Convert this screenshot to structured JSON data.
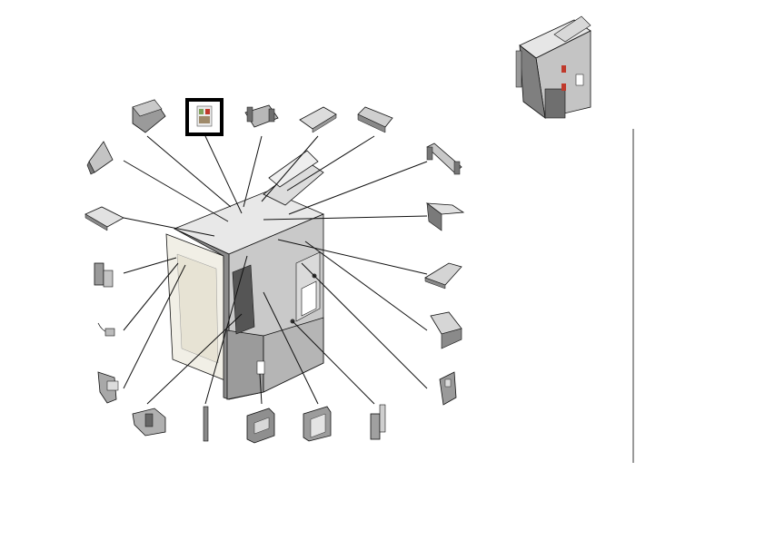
{
  "diagram": {
    "title": "",
    "selected_part": "label-sticker",
    "colors": {
      "line": "#111111",
      "part_light": "#e6e6e6",
      "part_mid": "#c4c4c4",
      "part_dark": "#7f7f7f",
      "panel_light": "#f1efe6",
      "highlight_frame": "#000000",
      "accent_red": "#c0392b",
      "divider": "#333333"
    },
    "parts": [
      {
        "name": "left-cover-wedge",
        "shape": "wedge"
      },
      {
        "name": "top-cover-block",
        "shape": "block"
      },
      {
        "name": "label-sticker",
        "shape": "sticker",
        "highlighted": true
      },
      {
        "name": "top-bracket",
        "shape": "bracket"
      },
      {
        "name": "exit-tray-plate",
        "shape": "plate"
      },
      {
        "name": "guide-rail",
        "shape": "rail"
      },
      {
        "name": "paper-guide-right",
        "shape": "rail-long"
      },
      {
        "name": "flat-tray",
        "shape": "plate"
      },
      {
        "name": "side-cover-right",
        "shape": "cover"
      },
      {
        "name": "small-hinge-bracket",
        "shape": "bracket"
      },
      {
        "name": "wedge-handle",
        "shape": "wedge-flat"
      },
      {
        "name": "sensor-cable",
        "shape": "cable"
      },
      {
        "name": "corner-cover",
        "shape": "cover"
      },
      {
        "name": "mount-bracket-left",
        "shape": "bracket"
      },
      {
        "name": "rear-panel-small",
        "shape": "panel"
      },
      {
        "name": "lower-bracket-assembly",
        "shape": "bracket"
      },
      {
        "name": "vertical-shaft",
        "shape": "shaft"
      },
      {
        "name": "lower-front-cover",
        "shape": "panel"
      },
      {
        "name": "lower-side-cover",
        "shape": "panel"
      },
      {
        "name": "vertical-bracket-right",
        "shape": "bracket"
      }
    ]
  }
}
